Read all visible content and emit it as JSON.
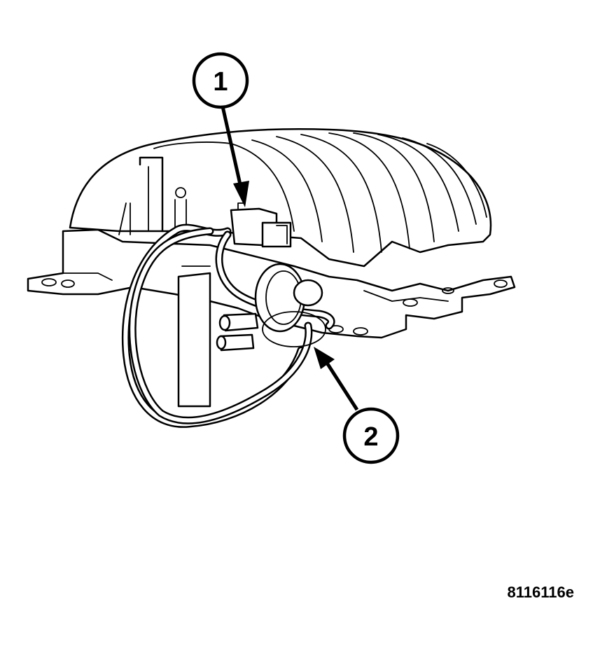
{
  "callouts": [
    {
      "id": "1",
      "label": "1"
    },
    {
      "id": "2",
      "label": "2"
    }
  ],
  "reference_code": "8116116e"
}
